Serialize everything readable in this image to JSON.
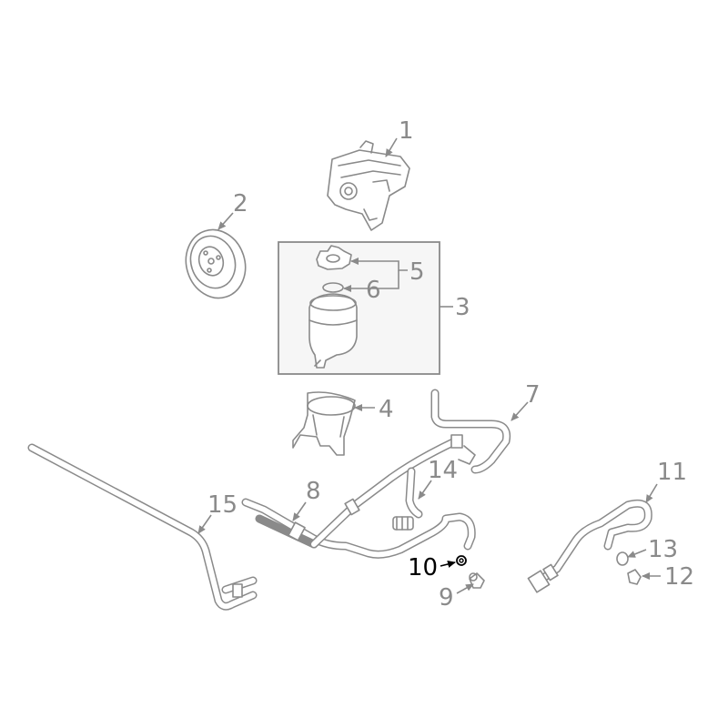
{
  "diagram": {
    "highlight_color": "#000000",
    "line_color": "#8a8a8a",
    "callouts": [
      {
        "id": "1",
        "label": "1"
      },
      {
        "id": "2",
        "label": "2"
      },
      {
        "id": "3",
        "label": "3"
      },
      {
        "id": "4",
        "label": "4"
      },
      {
        "id": "5",
        "label": "5"
      },
      {
        "id": "6",
        "label": "6"
      },
      {
        "id": "7",
        "label": "7"
      },
      {
        "id": "8",
        "label": "8"
      },
      {
        "id": "9",
        "label": "9"
      },
      {
        "id": "10",
        "label": "10",
        "highlighted": true
      },
      {
        "id": "11",
        "label": "11"
      },
      {
        "id": "12",
        "label": "12"
      },
      {
        "id": "13",
        "label": "13"
      },
      {
        "id": "14",
        "label": "14"
      },
      {
        "id": "15",
        "label": "15"
      }
    ]
  }
}
